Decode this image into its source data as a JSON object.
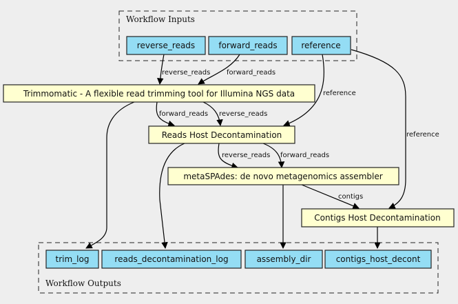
{
  "diagram": {
    "clusters": {
      "inputs": {
        "label": "Workflow Inputs"
      },
      "outputs": {
        "label": "Workflow Outputs"
      }
    },
    "inputs": [
      {
        "id": "reverse_reads",
        "label": "reverse_reads"
      },
      {
        "id": "forward_reads",
        "label": "forward_reads"
      },
      {
        "id": "reference",
        "label": "reference"
      }
    ],
    "steps": [
      {
        "id": "trimmomatic",
        "label": "Trimmomatic - A flexible read trimming tool for Illumina NGS data"
      },
      {
        "id": "reads_host_decont",
        "label": "Reads Host Decontamination"
      },
      {
        "id": "metaspades",
        "label": "metaSPAdes: de novo metagenomics assembler"
      },
      {
        "id": "contigs_host_decont",
        "label": "Contigs Host Decontamination"
      }
    ],
    "outputs": [
      {
        "id": "trim_log",
        "label": "trim_log"
      },
      {
        "id": "reads_decontamination_log",
        "label": "reads_decontamination_log"
      },
      {
        "id": "assembly_dir",
        "label": "assembly_dir"
      },
      {
        "id": "contigs_host_decont_out",
        "label": "contigs_host_decont"
      }
    ],
    "edges": [
      {
        "from": "reverse_reads",
        "to": "trimmomatic",
        "label": "reverse_reads"
      },
      {
        "from": "forward_reads",
        "to": "trimmomatic",
        "label": "forward_reads"
      },
      {
        "from": "reference",
        "to": "reads_host_decont",
        "label": "reference"
      },
      {
        "from": "reference",
        "to": "contigs_host_decont",
        "label": "reference"
      },
      {
        "from": "trimmomatic",
        "to": "reads_host_decont",
        "label": "forward_reads"
      },
      {
        "from": "trimmomatic",
        "to": "reads_host_decont",
        "label": "reverse_reads"
      },
      {
        "from": "trimmomatic",
        "to": "trim_log",
        "label": ""
      },
      {
        "from": "reads_host_decont",
        "to": "metaspades",
        "label": "reverse_reads"
      },
      {
        "from": "reads_host_decont",
        "to": "metaspades",
        "label": "forward_reads"
      },
      {
        "from": "reads_host_decont",
        "to": "reads_decontamination_log",
        "label": ""
      },
      {
        "from": "metaspades",
        "to": "contigs_host_decont",
        "label": "contigs"
      },
      {
        "from": "metaspades",
        "to": "assembly_dir",
        "label": ""
      },
      {
        "from": "contigs_host_decont",
        "to": "contigs_host_decont_out",
        "label": ""
      }
    ],
    "colors": {
      "io_fill": "#94ddf4",
      "step_fill": "#ffffd0",
      "background": "#eeeeee"
    }
  }
}
